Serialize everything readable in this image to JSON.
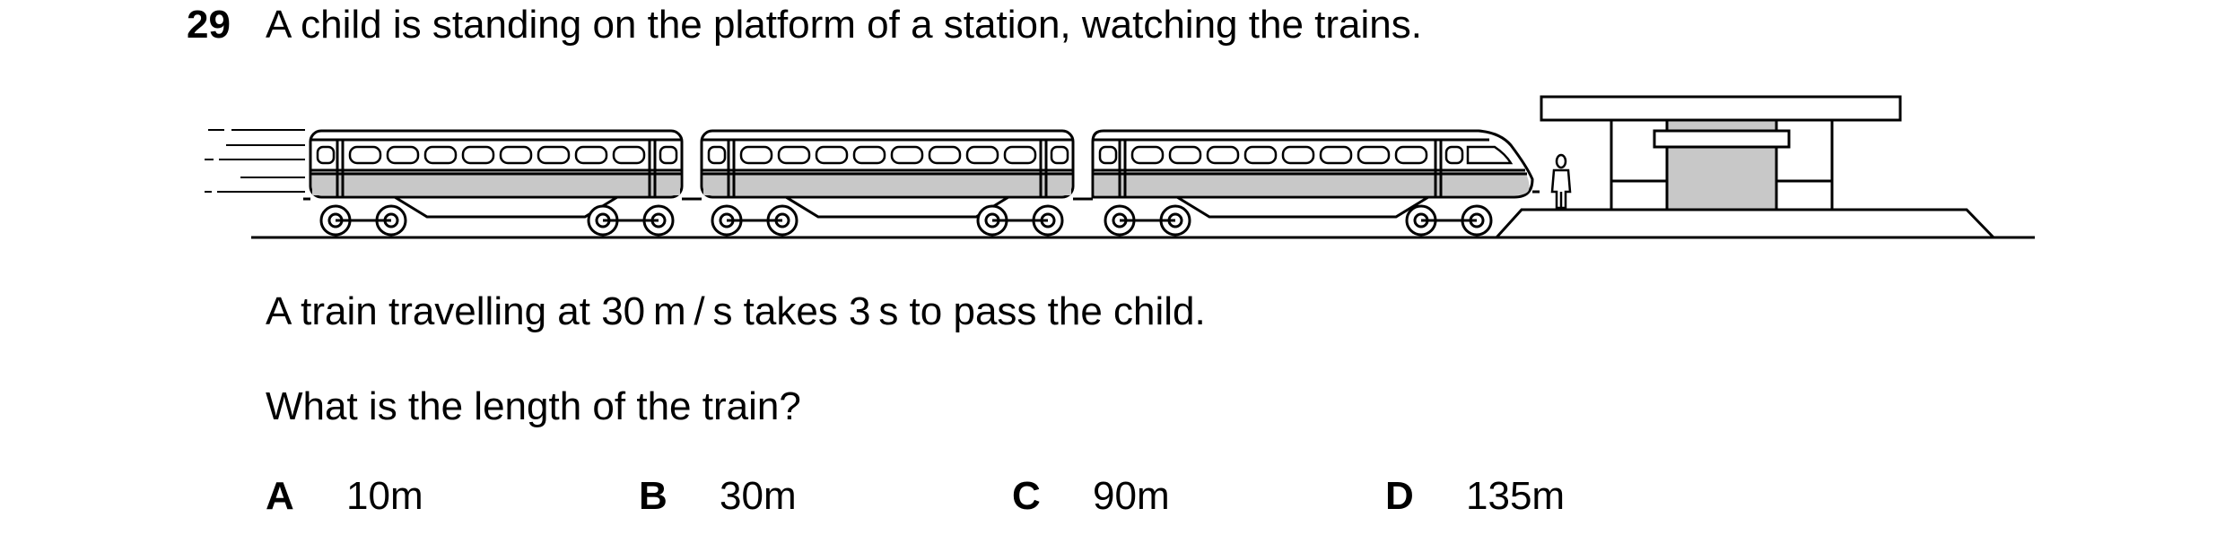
{
  "question": {
    "number": "29",
    "intro": "A child is standing on the platform of a station, watching the trains.",
    "given": "A train travelling at 30 m / s takes 3 s to pass the child.",
    "prompt": "What is the length of the train?"
  },
  "options": [
    {
      "letter": "A",
      "value": "10m"
    },
    {
      "letter": "B",
      "value": "30m"
    },
    {
      "letter": "C",
      "value": "90m"
    },
    {
      "letter": "D",
      "value": "135m"
    }
  ],
  "figure": {
    "body_color": "#c8c8c8",
    "line_color": "#000000"
  }
}
